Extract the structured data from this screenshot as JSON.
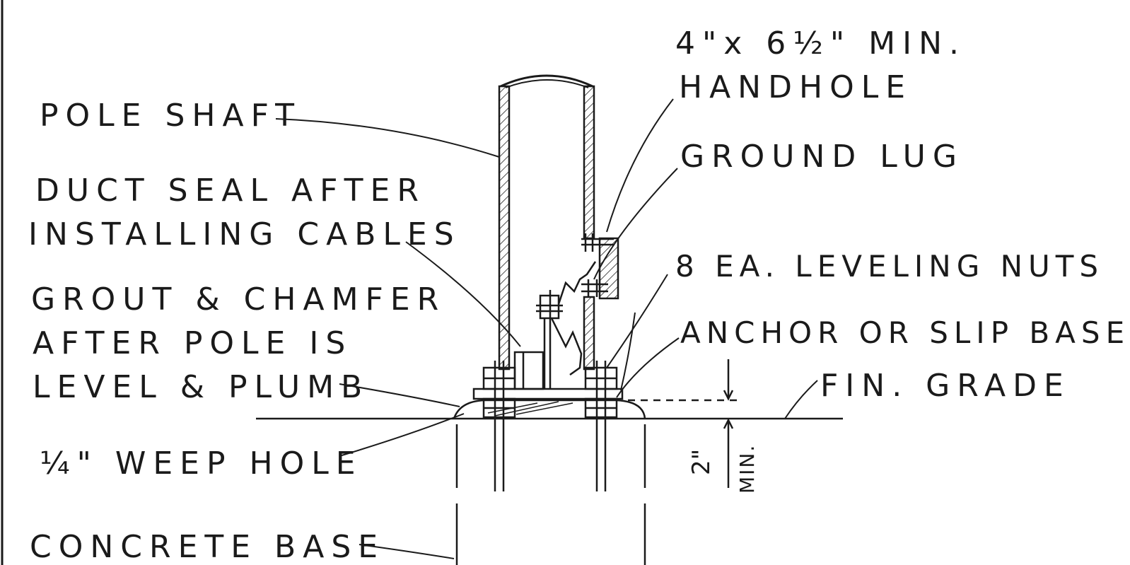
{
  "labels": {
    "pole_shaft": "POLE SHAFT",
    "duct_seal_1": "DUCT SEAL AFTER",
    "duct_seal_2": "INSTALLING CABLES",
    "grout_1": "GROUT & CHAMFER",
    "grout_2": "AFTER POLE IS",
    "grout_3": "LEVEL & PLUMB",
    "weep_hole": "¼\" WEEP HOLE",
    "concrete_base": "CONCRETE BASE",
    "handhole_1": "4\"x 6½\" MIN.",
    "handhole_2": "HANDHOLE",
    "ground_lug": "GROUND LUG",
    "leveling_nuts": "8 EA. LEVELING NUTS",
    "anchor_base": "ANCHOR OR SLIP BASE",
    "fin_grade": "FIN. GRADE"
  },
  "dimension": {
    "value": "2\"",
    "qualifier": "MIN."
  },
  "colors": {
    "ink": "#1a1a1a",
    "paper": "#ffffff"
  }
}
